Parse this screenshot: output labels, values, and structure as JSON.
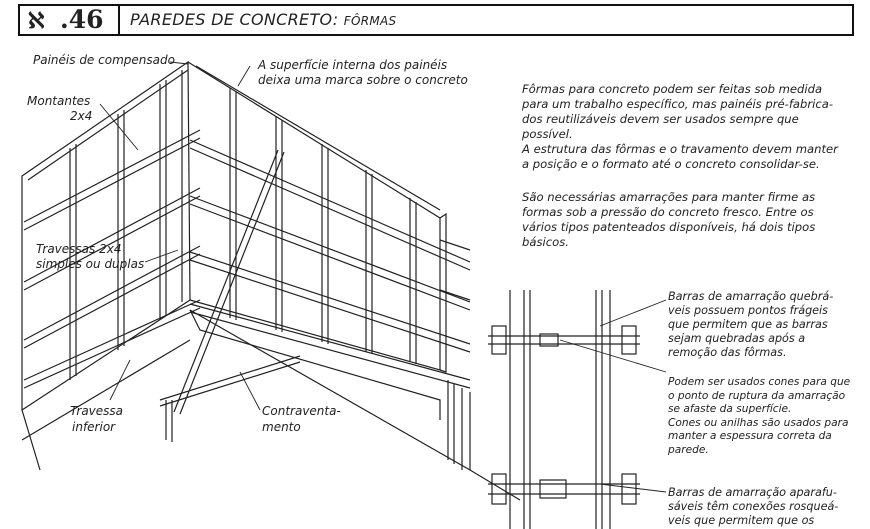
{
  "header": {
    "logo_mark": "ℵ",
    "number": ".46",
    "title": "PAREDES DE CONCRETO:",
    "subtitle": "FÔRMAS"
  },
  "labels": {
    "paineis": "Painéis de compensado",
    "superficie_1": "A superfície interna dos painéis",
    "superficie_2": "deixa uma marca sobre o concreto",
    "montantes_1": "Montantes",
    "montantes_2": "2x4",
    "travessas_1": "Travessas 2x4",
    "travessas_2": "simples ou duplas",
    "travessa_inf_1": "Travessa",
    "travessa_inf_2": "inferior",
    "contravento_1": "Contraventa-",
    "contravento_2": "mento"
  },
  "paragraphs": {
    "p1": [
      "Fôrmas para concreto podem ser feitas sob medida",
      "para um trabalho específico, mas painéis pré-fabrica-",
      "dos reutilizáveis devem ser usados sempre que possível.",
      "A estrutura das fôrmas e o travamento devem manter",
      "a posição e o formato até o concreto consolidar-se."
    ],
    "p2": [
      "São necessárias amarrações para manter firme as",
      "formas sob a pressão do concreto fresco. Entre os",
      "vários tipos patenteados disponíveis, há dois tipos",
      "básicos."
    ]
  },
  "notes": {
    "n1": [
      "Barras de amarração quebrá-",
      "veis possuem pontos frágeis",
      "que permitem que as barras",
      "sejam quebradas após a",
      "remoção das fôrmas."
    ],
    "n2": [
      "Podem ser usados cones para que",
      "o ponto de ruptura da amarração",
      "se afaste da superfície.",
      "Cones ou anilhas são usados para",
      "manter a espessura correta da",
      "parede."
    ],
    "n3": [
      "Barras de amarração aparafu-",
      "sáveis têm conexões rosqueá-",
      "veis que permitem que os"
    ]
  }
}
